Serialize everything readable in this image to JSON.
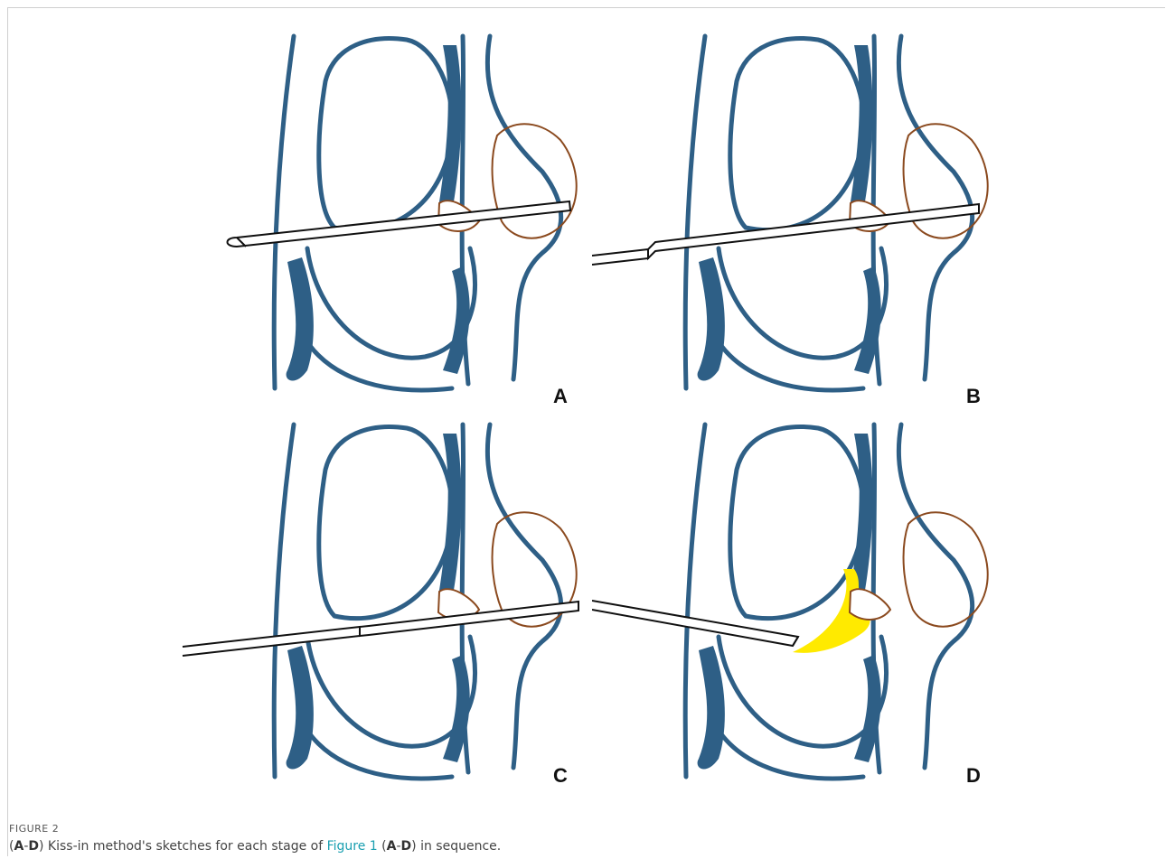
{
  "figure": {
    "label": "FIGURE 2",
    "caption": {
      "prefix_open": "(",
      "range_start": "A",
      "range_sep": "-",
      "range_end": "D",
      "prefix_close": ")",
      "text_before_link": " Kiss-in method's sketches for each stage of ",
      "link_text": "Figure 1",
      "after_link_open": " (",
      "after_range_start": "A",
      "after_range_sep": "-",
      "after_range_end": "D",
      "after_close": ") in sequence."
    }
  },
  "panels": [
    {
      "label": "A",
      "needle": "full-bevel"
    },
    {
      "label": "B",
      "needle": "withdrawn-step"
    },
    {
      "label": "C",
      "needle": "kissing-needles"
    },
    {
      "label": "D",
      "needle": "injection-with-filler"
    }
  ],
  "colors": {
    "anatomy": "#2e5f86",
    "lesion_outline": "#8b4a1f",
    "filler": "#ffea00",
    "needle": "#111111"
  }
}
